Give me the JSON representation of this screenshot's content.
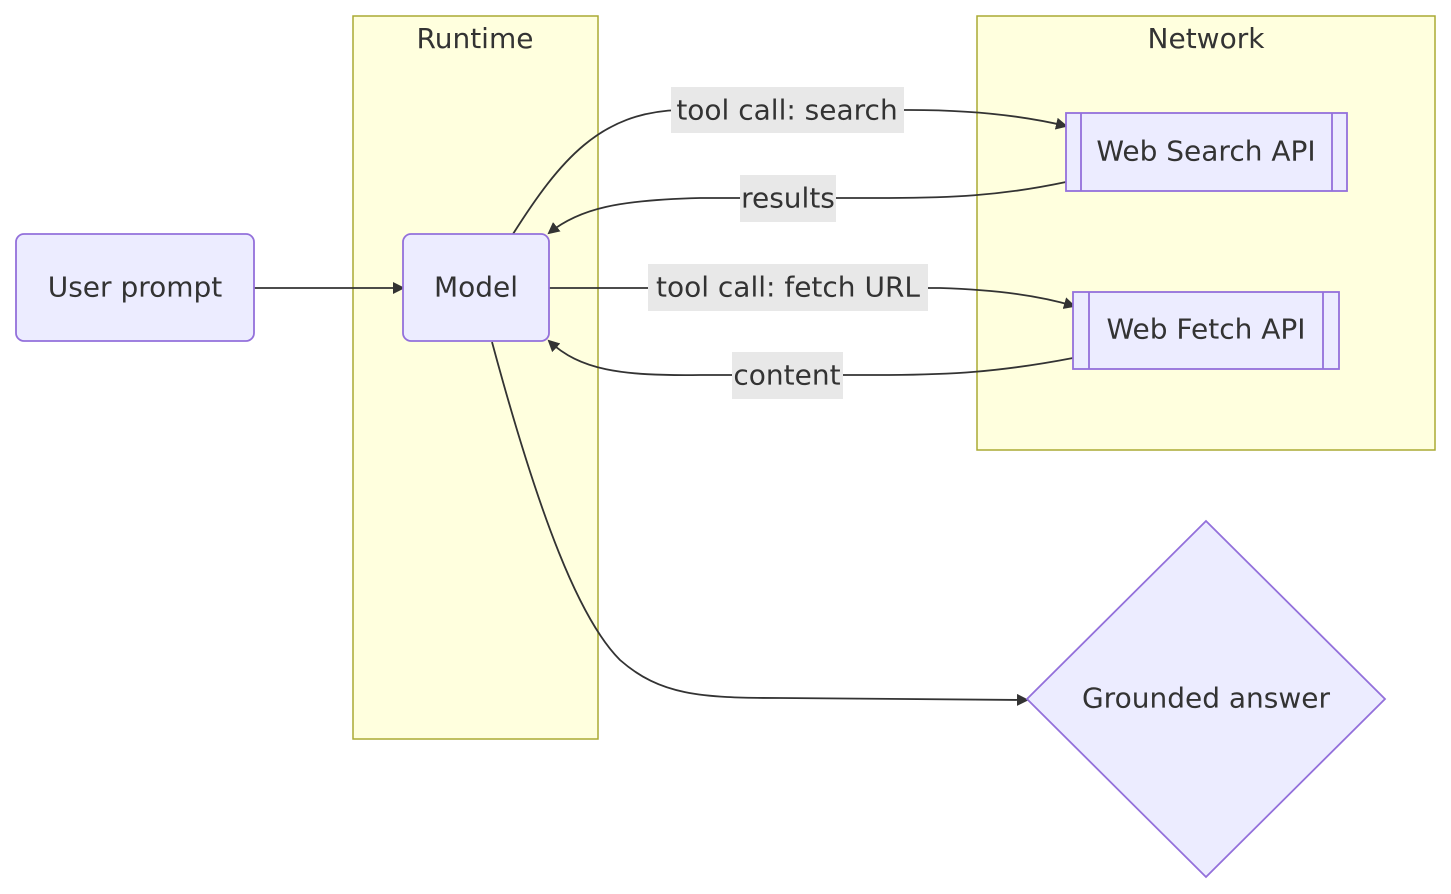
{
  "clusters": {
    "runtime": {
      "title": "Runtime"
    },
    "network": {
      "title": "Network"
    }
  },
  "nodes": {
    "user_prompt": "User prompt",
    "model": "Model",
    "web_search_api": "Web Search API",
    "web_fetch_api": "Web Fetch API",
    "grounded_answer": "Grounded answer"
  },
  "edges": {
    "search_call": "tool call: search",
    "results": "results",
    "fetch_call": "tool call: fetch URL",
    "content": "content"
  },
  "colors": {
    "node_fill": "#ececff",
    "node_stroke": "#9370db",
    "cluster_fill": "#ffffde",
    "cluster_stroke": "#aaaa33",
    "edge_label_bg": "#e8e8e8",
    "text": "#333333"
  }
}
